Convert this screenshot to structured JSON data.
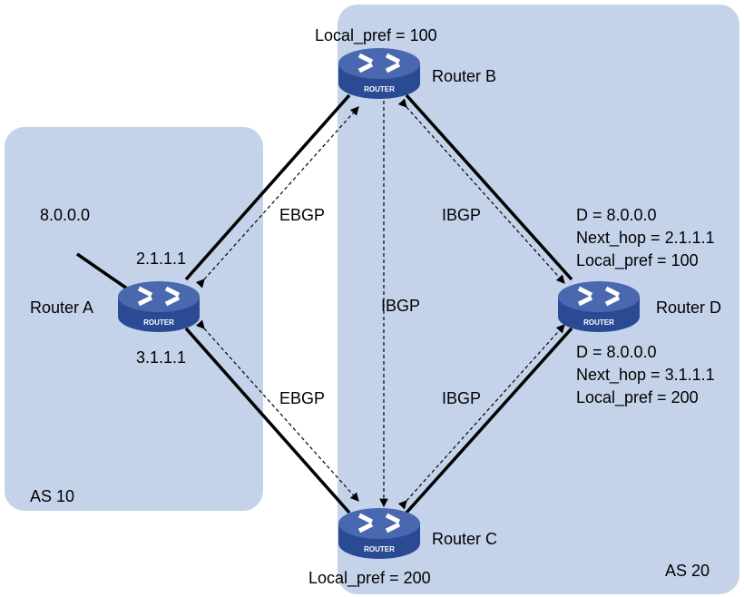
{
  "as_areas": [
    {
      "label": "AS 10"
    },
    {
      "label": "AS 20"
    }
  ],
  "routers": {
    "a": {
      "name": "Router A",
      "icon_text": "ROUTER"
    },
    "b": {
      "name": "Router B",
      "icon_text": "ROUTER",
      "local_pref": "Local_pref = 100"
    },
    "c": {
      "name": "Router C",
      "icon_text": "ROUTER",
      "local_pref": "Local_pref = 200"
    },
    "d": {
      "name": "Router D",
      "icon_text": "ROUTER"
    }
  },
  "network": "8.0.0.0",
  "interfaces": {
    "a_to_b": "2.1.1.1",
    "a_to_c": "3.1.1.1"
  },
  "links": {
    "ab": "EBGP",
    "ac": "EBGP",
    "bc": "IBGP",
    "bd": "IBGP",
    "cd": "IBGP"
  },
  "route_d1": {
    "dest": "D = 8.0.0.0",
    "next_hop": "Next_hop = 2.1.1.1",
    "local_pref": "Local_pref = 100"
  },
  "route_d2": {
    "dest": "D = 8.0.0.0",
    "next_hop": "Next_hop = 3.1.1.1",
    "local_pref": "Local_pref = 200"
  },
  "colors": {
    "as_fill": "#c5d3ea",
    "router_top": "#4a68b0",
    "router_side": "#2b4a94"
  }
}
